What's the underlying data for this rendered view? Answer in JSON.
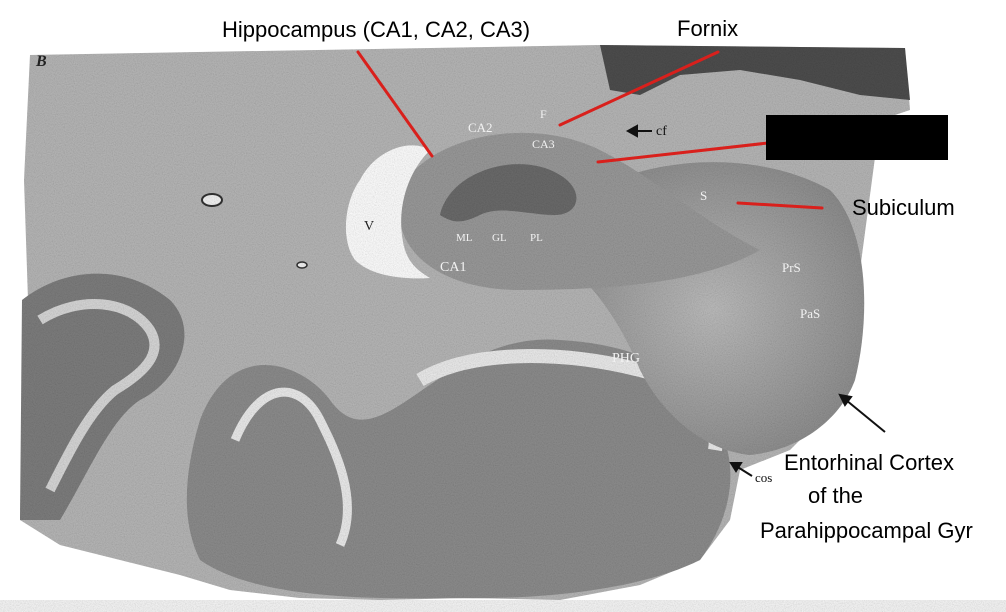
{
  "figure": {
    "panel_letter": "B",
    "callouts": {
      "hippocampus": "Hippocampus  (CA1, CA2, CA3)",
      "fornix": "Fornix",
      "subiculum": "Subiculum",
      "entorhinal_line1": "Entorhinal Cortex",
      "entorhinal_line2": "of the",
      "entorhinal_line3": "Parahippocampal Gyr"
    },
    "section_labels": {
      "ca2": "CA2",
      "f": "F",
      "ca3": "CA3",
      "cf": "cf",
      "v": "V",
      "ml": "ML",
      "gl": "GL",
      "pl": "PL",
      "ca1": "CA1",
      "s": "S",
      "prs": "PrS",
      "pas": "PaS",
      "phg": "PHG",
      "cos": "cos"
    },
    "colors": {
      "leader_line": "#d9201c",
      "tissue_light": "#cfcfcf",
      "tissue_dark": "#5a5a5a",
      "redaction": "#000000"
    }
  }
}
